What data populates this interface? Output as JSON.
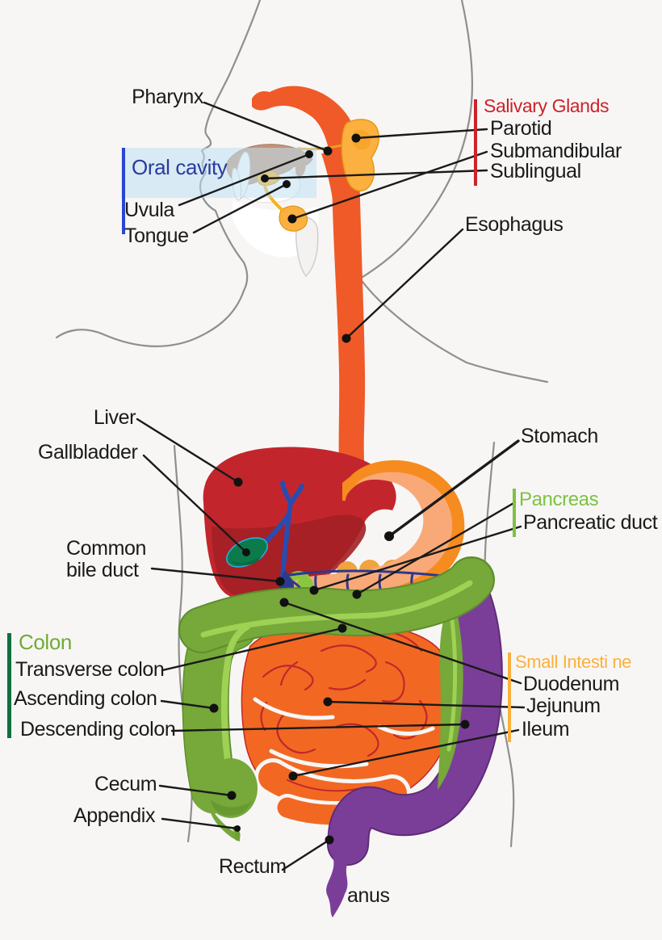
{
  "diagram": {
    "subject": "Human digestive system",
    "labels": {
      "pharynx": "Pharynx",
      "oral_cavity": "Oral cavity",
      "uvula": "Uvula",
      "tongue": "Tongue",
      "salivary_glands": "Salivary Glands",
      "parotid": "Parotid",
      "submandibular": "Submandibular",
      "sublingual": "Sublingual",
      "esophagus": "Esophagus",
      "liver": "Liver",
      "gallbladder": "Gallbladder",
      "stomach": "Stomach",
      "pancreas": "Pancreas",
      "pancreatic_duct": "Pancreatic duct",
      "common_bile_duct_line1": "Common",
      "common_bile_duct_line2": "bile duct",
      "colon": "Colon",
      "transverse_colon": "Transverse colon",
      "ascending_colon": "Ascending colon",
      "descending_colon": "Descending colon",
      "cecum": "Cecum",
      "appendix": "Appendix",
      "small_intestine": "Small Intesti ne",
      "duodenum": "Duodenum",
      "jejunum": "Jejunum",
      "ileum": "Ileum",
      "rectum": "Rectum",
      "anus": "anus"
    },
    "colors": {
      "background": "#F7F6F5",
      "body_outline": "#8F8F8F",
      "esophagus_orange": "#EF5A28",
      "stomach_outline_orange": "#F68B1F",
      "stomach_fill": "#F9A977",
      "liver_red": "#C2262C",
      "liver_shadow": "#A32025",
      "gallbladder_green": "#0B7B4B",
      "bile_duct_blue": "#2A4CB0",
      "pancreas_green": "#8CC63E",
      "pancreas_orange": "#EFA440",
      "vessel_blue": "#2B3990",
      "intestine_orange": "#F26822",
      "intestine_line_red": "#C1272D",
      "colon_green": "#76A83A",
      "colon_green_dark": "#5D8F2D",
      "taenia_green": "#9ED154",
      "rectum_purple": "#7B3E98",
      "rectum_purple_dark": "#5F2C77",
      "salivary_yellow": "#FBB040",
      "label_black": "#1A1A1A",
      "oral_cavity_blue": "#2A3B9D",
      "oral_box_fill": "#BFE0F3",
      "salivary_red": "#CC2229",
      "pancreas_label_green": "#7DC242",
      "colon_label_green": "#74A937",
      "colon_bar_green": "#0F7040",
      "small_intestine_yellow": "#FBB03B"
    }
  }
}
